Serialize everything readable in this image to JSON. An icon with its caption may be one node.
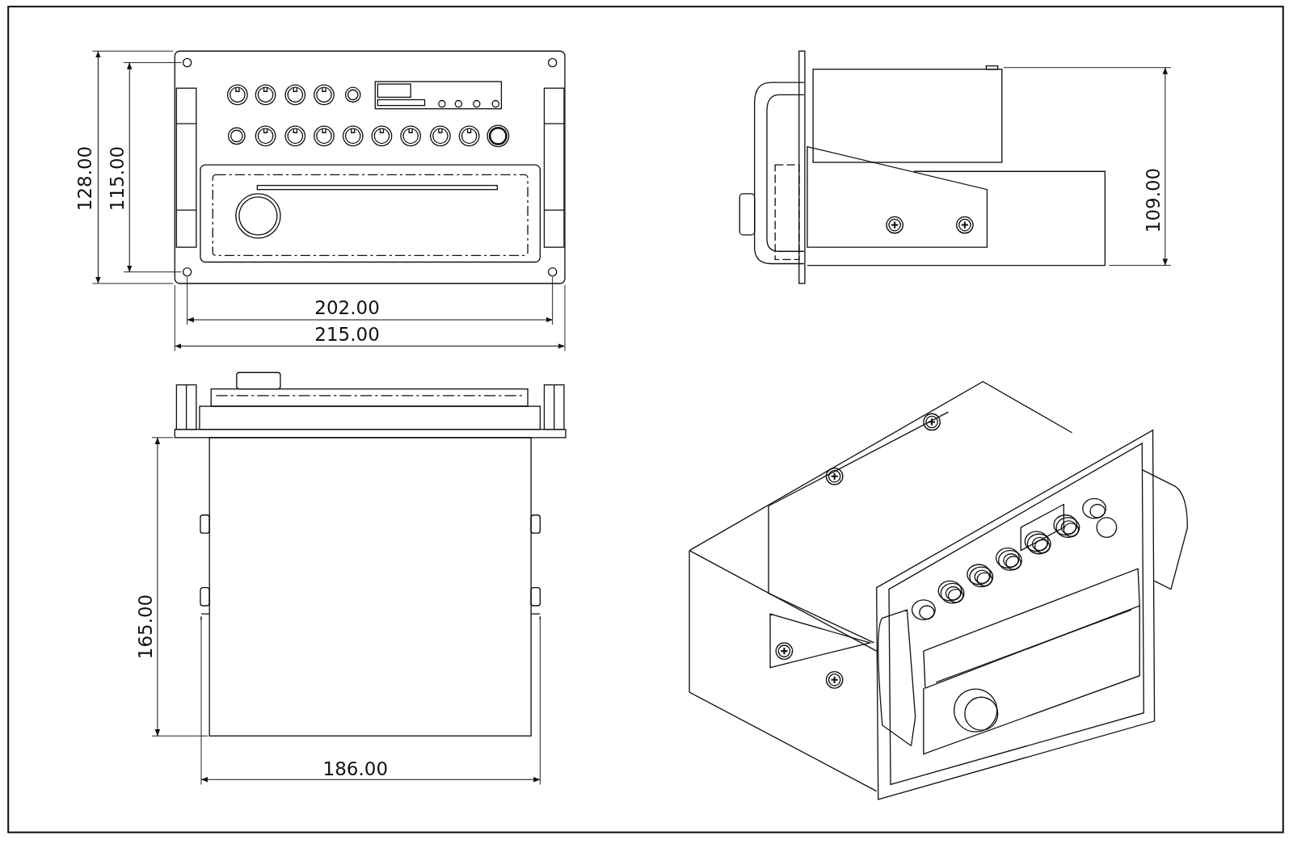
{
  "diagram": {
    "labels": [
      "128.00",
      "115.00",
      "109.00",
      "202.00",
      "215.00",
      "165.00",
      "186.00"
    ]
  }
}
